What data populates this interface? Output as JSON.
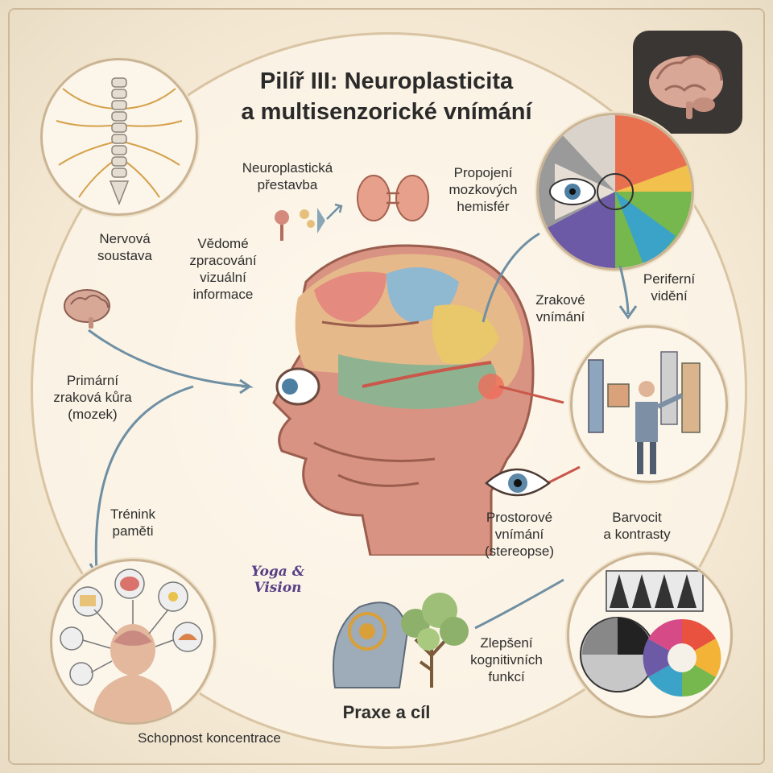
{
  "title_line1": "Pilíř III: Neuroplasticita",
  "title_line2": "a multisenzorické vnímání",
  "labels": {
    "nervous_system": [
      "Nervová",
      "soustava"
    ],
    "neuroplastic": [
      "Neuroplastická",
      "přestavba"
    ],
    "hemispheres": [
      "Propojení",
      "mozkových",
      "hemisfér"
    ],
    "conscious": [
      "Vědomé",
      "zpracování",
      "vizuální",
      "informace"
    ],
    "peripheral": [
      "Periferní",
      "vidění"
    ],
    "visual_perception": [
      "Zrakové",
      "vnímání"
    ],
    "primary_cortex": [
      "Primární",
      "zraková kůra",
      "(mozek)"
    ],
    "memory": [
      "Trénink",
      "paměti"
    ],
    "spatial": [
      "Prostorové",
      "vnímání",
      "(stereopse)"
    ],
    "color": [
      "Barvocit",
      "a kontrasty"
    ],
    "cognitive": [
      "Zlepšení",
      "kognitivních",
      "funkcí"
    ],
    "practice": "Praxe a cíl",
    "concentration": "Schopnost koncentrace"
  },
  "logo": "Yoga & Vision",
  "colors": {
    "accent_arrow": "#6f8fa3",
    "red_arrow": "#c9584b",
    "frame": "#cdb99a"
  }
}
